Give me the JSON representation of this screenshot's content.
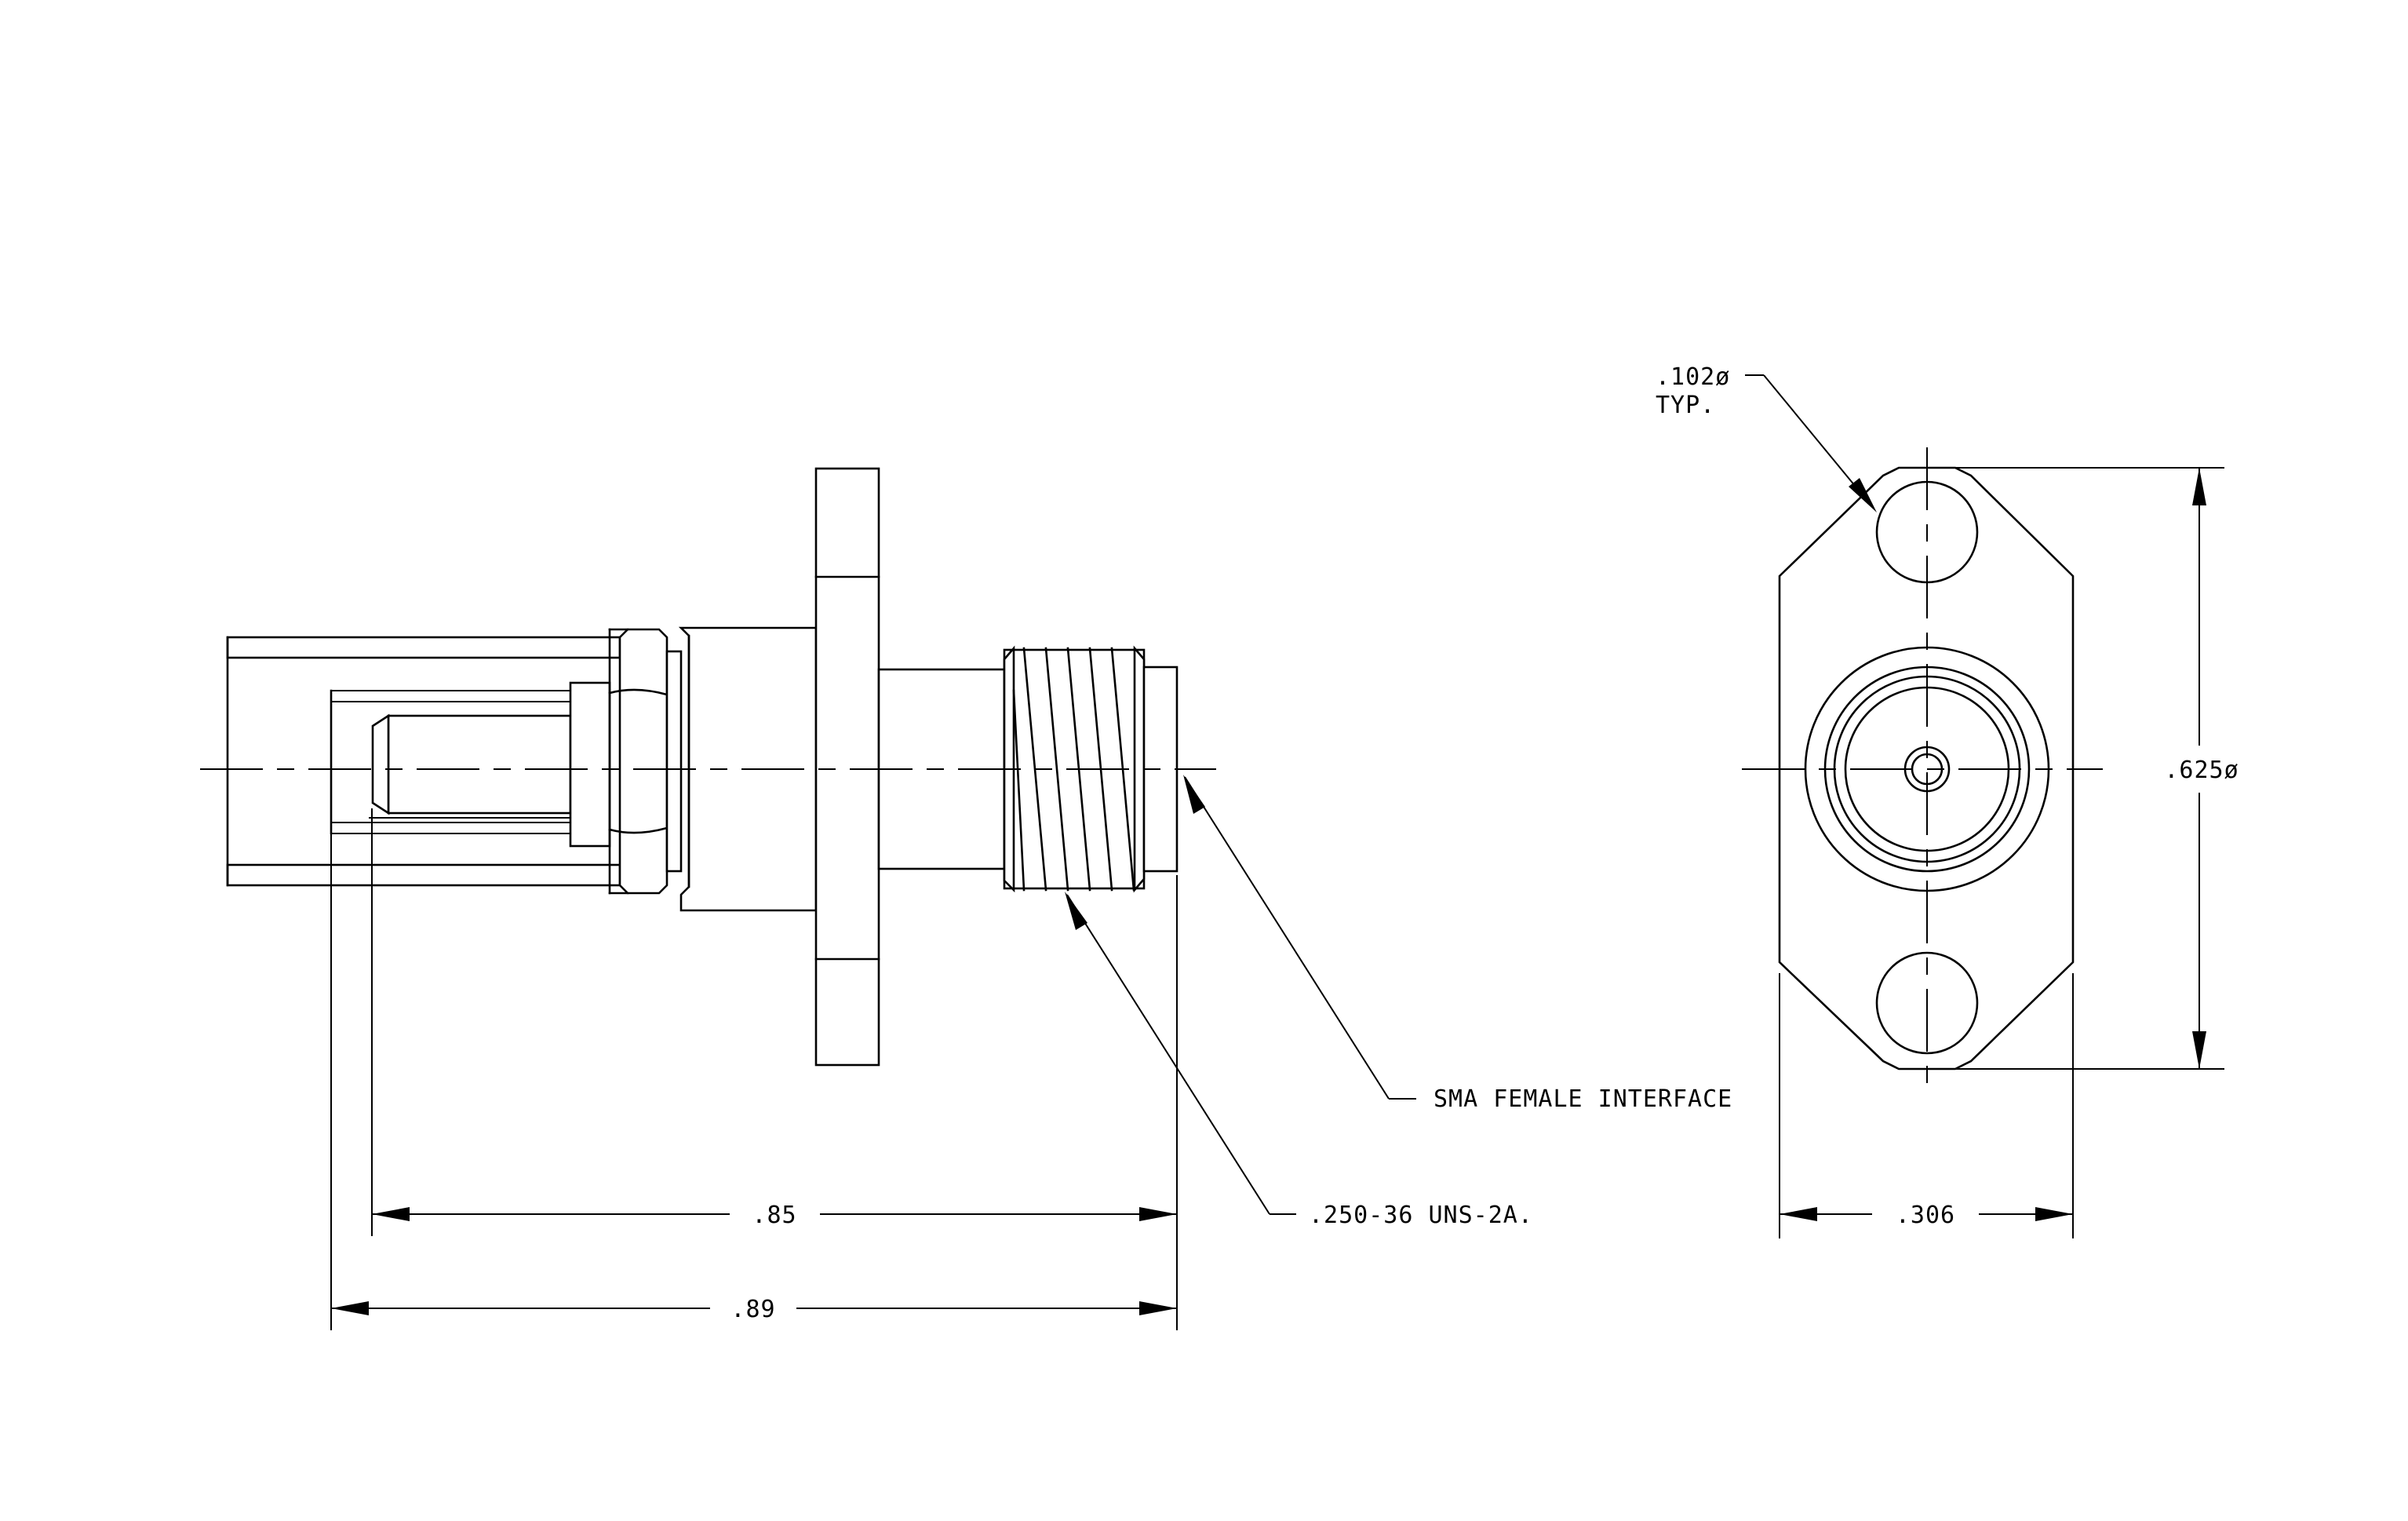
{
  "callouts": {
    "interface": "SMA FEMALE INTERFACE",
    "thread": ".250-36 UNS-2A.",
    "hole_dia": ".102ø",
    "hole_typ": "TYP."
  },
  "dimensions": {
    "length_inner": ".85",
    "length_overall": ".89",
    "flange_width": ".306",
    "flange_height": ".625ø"
  },
  "colors": {
    "line": "#000000",
    "background": "#ffffff"
  }
}
